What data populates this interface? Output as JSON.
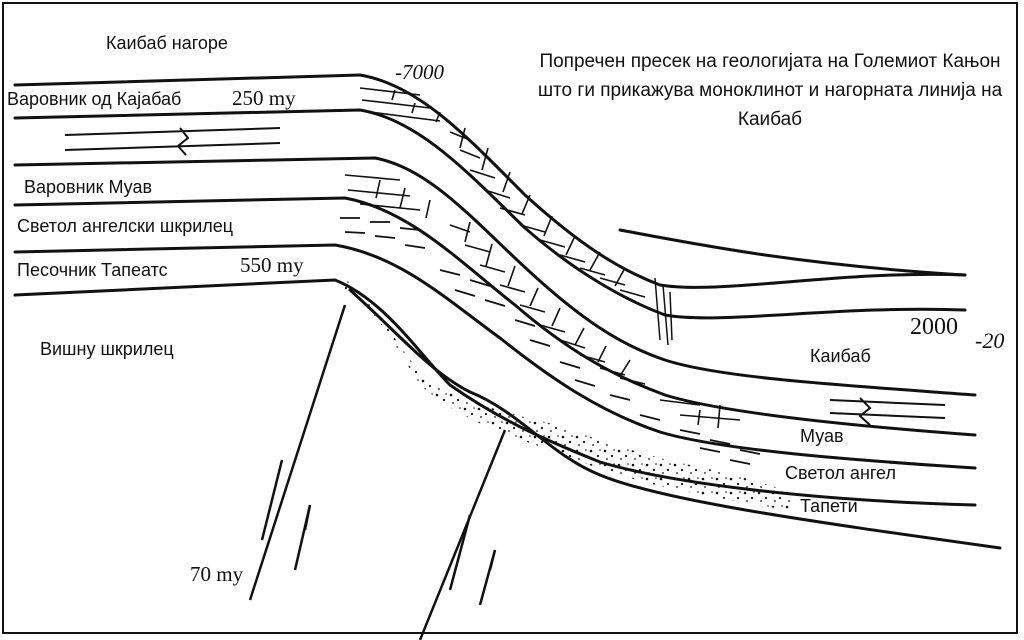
{
  "labels": {
    "kaibab_upwarp": "Каибаб нагоре",
    "kaibab_limestone": "Варовник од Кајабаб",
    "muav_limestone": "Варовник Муав",
    "bright_angel_shale": "Светол ангелски шкрилец",
    "tapeats_sandstone": "Песочник Тапеатс",
    "vishnu_schist": "Вишну шкрилец",
    "kaibab_right": "Каибаб",
    "muav_right": "Муав",
    "bright_angel_right": "Светол ангел",
    "tapeats_right": "Тапети"
  },
  "annotations": {
    "age_250": "250 my",
    "age_550": "550 my",
    "age_70": "70 my",
    "elev_7000": "-7000",
    "elev_2000": "2000",
    "elev_20": "-20"
  },
  "title": "Попречен пресек на геологијата на Големиот Кањон што ги прикажува моноклинот и нагорната линија на Каибаб",
  "colors": {
    "ink": "#111111",
    "background": "#ffffff"
  }
}
